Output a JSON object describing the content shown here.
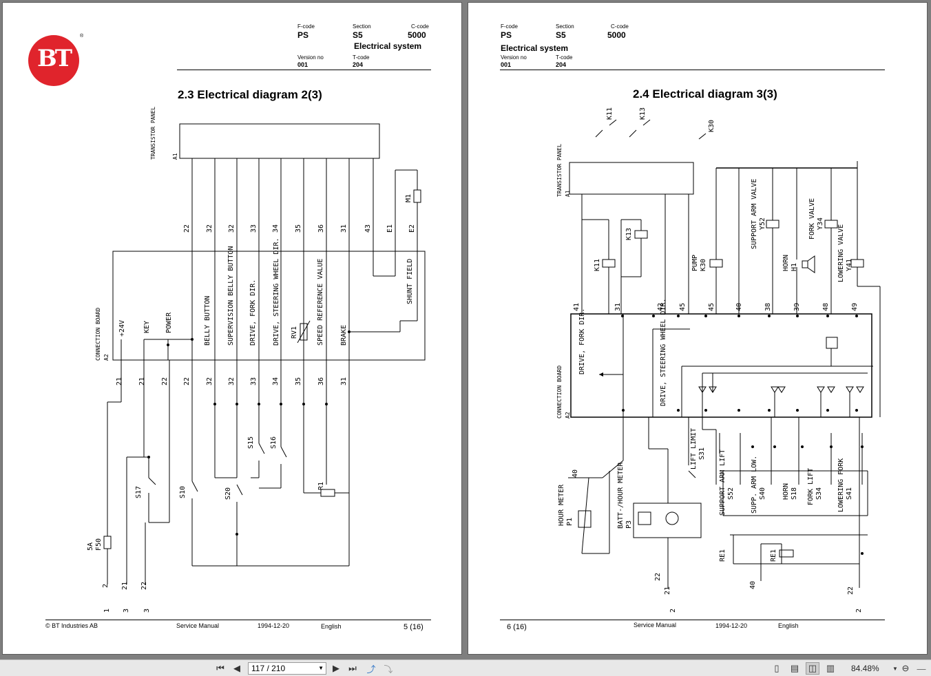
{
  "left_page": {
    "logo_text": "BT",
    "header": {
      "fcode_label": "F-code",
      "fcode": "PS",
      "section_label": "Section",
      "section": "S5",
      "ccode_label": "C-code",
      "ccode": "5000",
      "subject": "Electrical system",
      "version_label": "Version no",
      "version": "001",
      "tcode_label": "T-code",
      "tcode": "204"
    },
    "title": "2.3  Electrical diagram 2(3)",
    "diagram_labels": {
      "transistor_panel": "TRANSISTOR PANEL",
      "a1": "A1",
      "connection_board": "CONNECTION BOARD",
      "a2": "A2",
      "plus24": "+24V",
      "key": "KEY",
      "power": "POWER",
      "belly": "BELLY BUTTON",
      "supervision": "SUPERVISION BELLY BUTTON",
      "drive_fork": "DRIVE, FORK DIR.",
      "drive_steer": "DRIVE, STEERING WHEEL DIR.",
      "speed_ref": "SPEED REFERENCE VALUE",
      "rv1": "RV1",
      "brake": "BRAKE",
      "shunt": "SHUNT FIELD",
      "m1": "M1",
      "s17": "S17",
      "s10": "S10",
      "s20": "S20",
      "s15": "S15",
      "s16": "S16",
      "r1": "R1",
      "f50": "F50",
      "fuse": "5A"
    },
    "wire_numbers": [
      "22",
      "32",
      "32",
      "33",
      "34",
      "35",
      "36",
      "31",
      "43",
      "E1",
      "E2"
    ],
    "bottom_numbers": [
      "21",
      "21",
      "22",
      "22",
      "32",
      "32",
      "33",
      "34",
      "35",
      "36",
      "31",
      "2",
      "21",
      "22",
      "1",
      "3",
      "3"
    ],
    "footer": {
      "copyright": "© BT Industries AB",
      "doc": "Service Manual",
      "date": "1994-12-20",
      "lang": "English",
      "page": "5 (16)"
    }
  },
  "right_page": {
    "header": {
      "fcode_label": "F-code",
      "fcode": "PS",
      "section_label": "Section",
      "section": "S5",
      "ccode_label": "C-code",
      "ccode": "5000",
      "subject": "Electrical system",
      "version_label": "Version no",
      "version": "001",
      "tcode_label": "T-code",
      "tcode": "204"
    },
    "title": "2.4  Electrical diagram 3(3)",
    "diagram_labels": {
      "transistor_panel": "TRANSISTOR PANEL",
      "a1": "A1",
      "connection_board": "CONNECTION BOARD",
      "a2": "A2",
      "k11": "K11",
      "k13": "K13",
      "k30": "K30",
      "pump": "PUMP",
      "support_valve": "SUPPORT ARM VALVE",
      "y52": "Y52",
      "horn": "HORN",
      "h1": "H1",
      "fork_valve": "FORK VALVE",
      "y34": "Y34",
      "lowering_valve": "LOWERING VALVE",
      "y41": "Y41",
      "drive_fork": "DRIVE, FORK DIR.",
      "drive_steer": "DRIVE, STEERING WHEEL DIR.",
      "lift_limit": "LIFT LIMIT",
      "s31": "S31",
      "support_lift": "SUPPORT ARM LIFT",
      "s52": "S52",
      "supp_low": "SUPP. ARM LOW.",
      "s40": "S40",
      "horn_sw": "HORN",
      "s18": "S18",
      "fork_lift": "FORK LIFT",
      "s34": "S34",
      "lowering_fork": "LOWERING FORK",
      "s41": "S41",
      "hour_meter": "HOUR METER",
      "p1": "P1",
      "batt_hour": "BATT-/HOUR METER",
      "p3": "P3",
      "re1": "RE1"
    },
    "wire_numbers": [
      "41",
      "31",
      "42",
      "45",
      "45",
      "40",
      "38",
      "39",
      "48",
      "49"
    ],
    "bottom_numbers": [
      "40",
      "22",
      "21",
      "2",
      "40",
      "22",
      "2"
    ],
    "footer": {
      "page": "6 (16)",
      "doc": "Service Manual",
      "date": "1994-12-20",
      "lang": "English"
    }
  },
  "toolbar": {
    "page_indicator": "117 / 210",
    "zoom": "84.48%"
  }
}
